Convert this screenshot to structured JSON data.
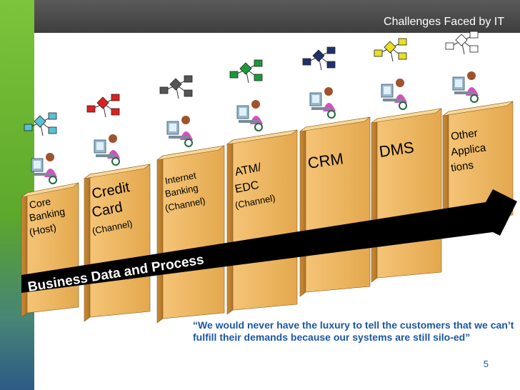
{
  "header": {
    "title": "Challenges Faced by IT"
  },
  "columns": [
    {
      "lines": [
        "Core",
        "Banking",
        "(Host)"
      ],
      "node_color": "#59c0d6"
    },
    {
      "lines": [
        "Credit",
        "Card",
        "(Channel)"
      ],
      "node_color": "#e02020"
    },
    {
      "lines": [
        "Internet",
        "Banking",
        "(Channel)"
      ],
      "node_color": "#555555"
    },
    {
      "lines": [
        "ATM/",
        "EDC",
        "(Channel)"
      ],
      "node_color": "#1a9a3a"
    },
    {
      "lines": [
        "CRM"
      ],
      "node_color": "#22306e"
    },
    {
      "lines": [
        "DMS"
      ],
      "node_color": "#e8e020"
    },
    {
      "lines": [
        "Other",
        "Applica",
        "tions"
      ],
      "node_color": "#ffffff"
    }
  ],
  "arrow": {
    "label": "Business Data and Process"
  },
  "quote": "“We would never have the luxury to tell the customers that we can’t fulfill their demands because our systems are still silo-ed”",
  "page_number": "5"
}
